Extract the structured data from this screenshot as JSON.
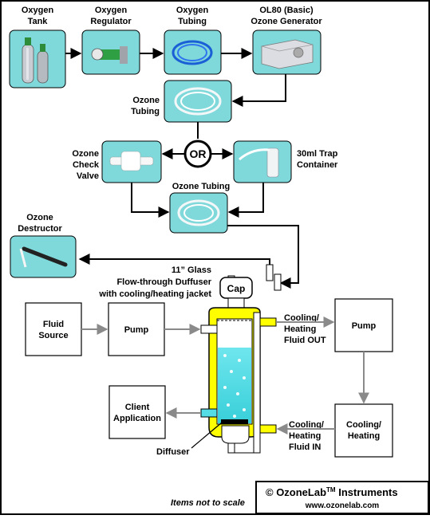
{
  "equipment": {
    "oxygen_tank": [
      "Oxygen",
      "Tank"
    ],
    "oxygen_regulator": [
      "Oxygen",
      "Regulator"
    ],
    "oxygen_tubing": [
      "Oxygen",
      "Tubing"
    ],
    "ozone_generator": [
      "OL80 (Basic)",
      "Ozone Generator"
    ],
    "ozone_tubing_top": [
      "Ozone",
      "Tubing"
    ],
    "or_label": "OR",
    "check_valve": [
      "Ozone",
      "Check",
      "Valve"
    ],
    "trap_container": [
      "30ml Trap",
      "Container"
    ],
    "ozone_tubing_mid": "Ozone Tubing",
    "destructor": [
      "Ozone",
      "Destructor"
    ]
  },
  "column": {
    "title": [
      "11” Glass",
      "Flow-through Duffuser",
      "with cooling/heating jacket"
    ],
    "cap": "Cap",
    "cooling_out": [
      "Cooling/",
      "Heating",
      "Fluid OUT"
    ],
    "cooling_in": [
      "Cooling/",
      "Heating",
      "Fluid IN"
    ],
    "diffuser": "Diffuser"
  },
  "boxes": {
    "fluid_source": [
      "Fluid",
      "Source"
    ],
    "pump_left": "Pump",
    "pump_right": "Pump",
    "client_app": [
      "Client",
      "Application"
    ],
    "cooling_heating": [
      "Cooling/",
      "Heating"
    ]
  },
  "footer": {
    "note": "Items not to scale",
    "brand_prefix": "© OzoneLab",
    "brand_tm": "TM",
    "brand_suffix": " Instruments",
    "url": "www.ozonelab.com"
  },
  "colors": {
    "photo_bg": "#7fd8da",
    "fluid": "#55dde6",
    "jacket": "#ffff00",
    "arrow_gray": "#8a8a8a"
  }
}
